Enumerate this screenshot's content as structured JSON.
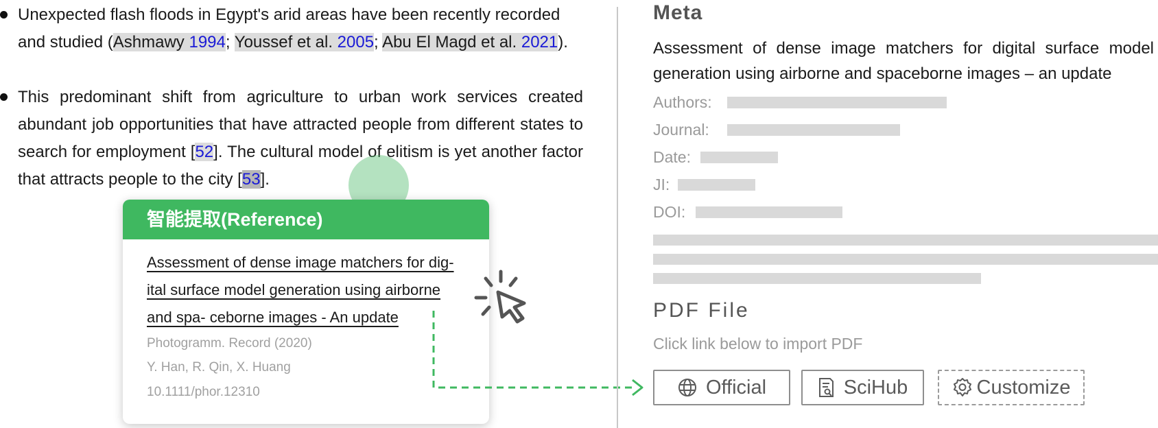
{
  "document": {
    "bullet1": {
      "text_before": "Unexpected flash floods in Egypt's arid areas have been recently recorded and studied (",
      "citations": [
        {
          "author": "Ashmawy",
          "year": "1994"
        },
        {
          "author": "Youssef et al.",
          "year": "2005"
        },
        {
          "author": "Abu El Magd et al.",
          "year": "2021"
        }
      ],
      "separator": "; ",
      "text_after": ")."
    },
    "bullet2": {
      "text_1": "This predominant shift from agriculture to urban work services created abundant job opportunities that have attracted people from different states to search for employment [",
      "ref_1": "52",
      "text_2": "]. The cultural model of elitism is yet another factor that attracts people to the city [",
      "ref_2": "53",
      "text_3": "]."
    }
  },
  "popup": {
    "header": "智能提取(Reference)",
    "title_lines": [
      "Assessment of dense image matchers for dig-",
      "ital surface model generation using airborne",
      "and spa- ceborne images - An update"
    ],
    "journal": "Photogramm. Record (2020)",
    "authors": "Y. Han, R. Qin, X. Huang",
    "doi": "10.1111/phor.12310"
  },
  "meta_panel": {
    "heading": "Meta",
    "title": "Assessment of dense image matchers for digital surface model generation using airborne and spaceborne images – an update",
    "fields": [
      {
        "label": "Authors:"
      },
      {
        "label": "Journal:"
      },
      {
        "label": "Date:"
      },
      {
        "label": "JI:"
      },
      {
        "label": "DOI:"
      }
    ],
    "pdf_heading": "PDF File",
    "pdf_hint": "Click link below to import PDF",
    "buttons": {
      "official": "Official",
      "scihub": "SciHub",
      "customize": "Customize"
    }
  },
  "colors": {
    "accent_green": "#3fb860",
    "citation_link": "#1a1ad6",
    "placeholder_gray": "#d9d9d9"
  }
}
